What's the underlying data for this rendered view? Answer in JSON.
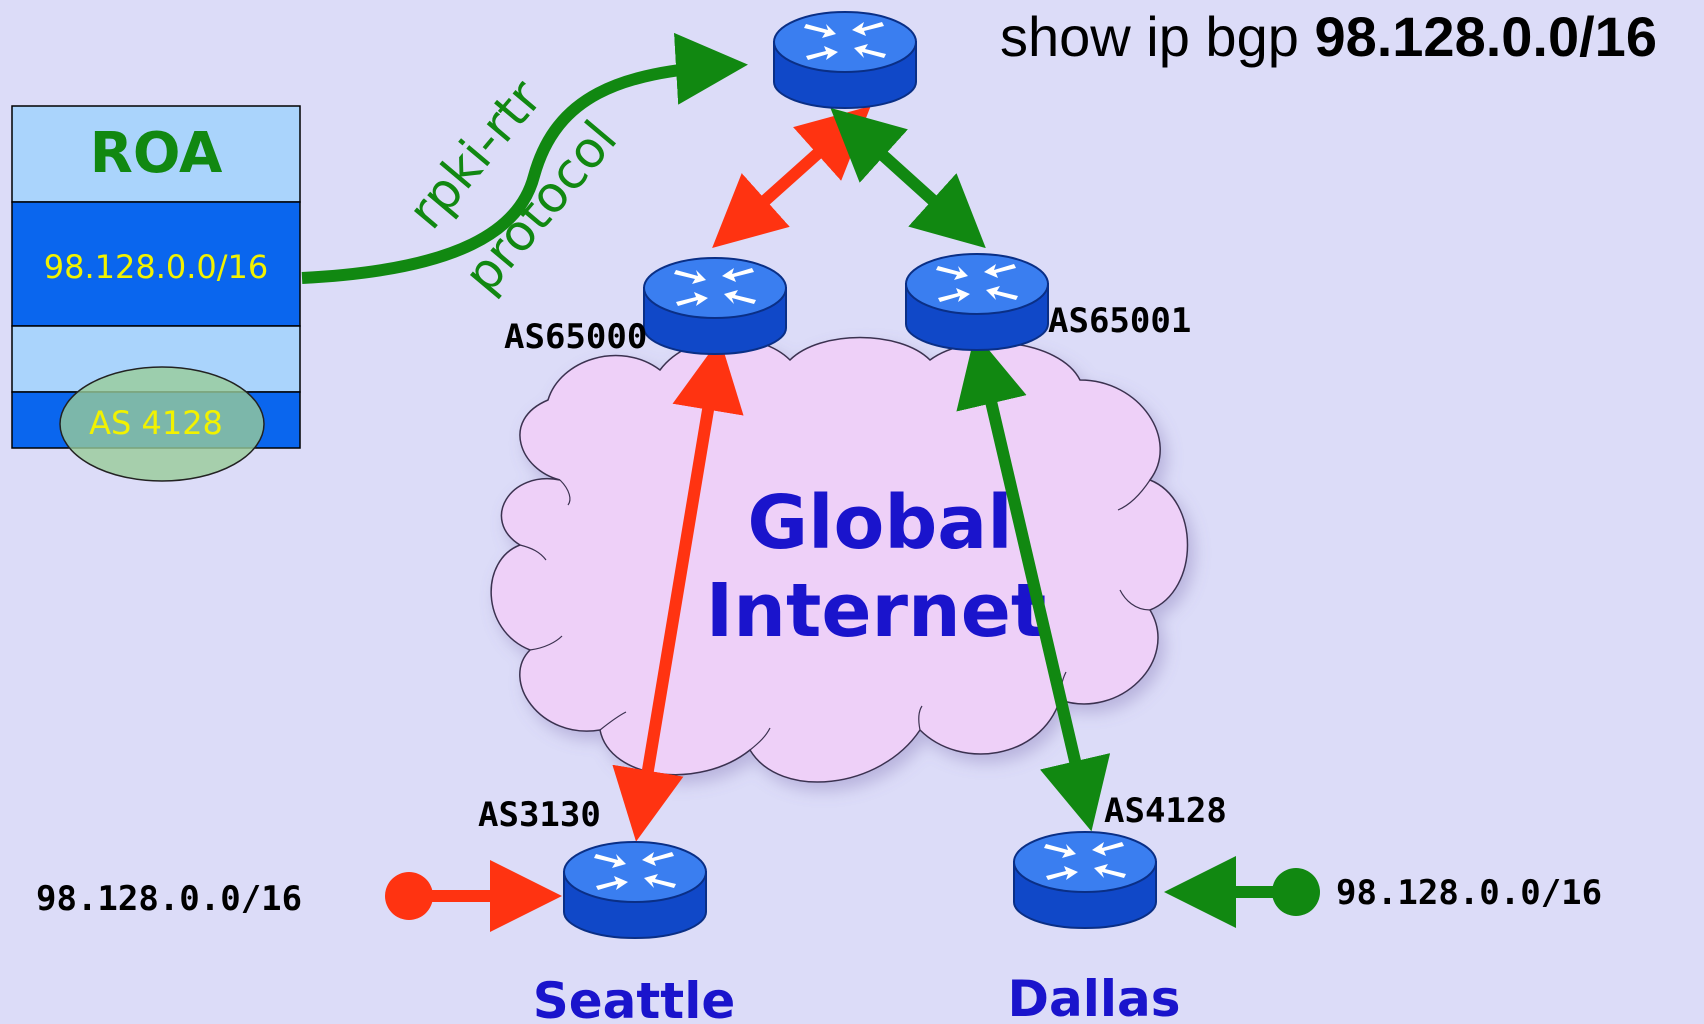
{
  "command": {
    "prefix": "show ip bgp ",
    "prefix_arg": "98.128.0.0/16"
  },
  "roa": {
    "title": "ROA",
    "prefix": "98.128.0.0/16",
    "asn": "AS 4128"
  },
  "rpki_label": {
    "line1": "rpki-rtr",
    "line2": "protocol"
  },
  "cloud": {
    "line1": "Global",
    "line2": "Internet"
  },
  "routers": {
    "upstream_a": {
      "label": "AS65000"
    },
    "upstream_b": {
      "label": "AS65001"
    },
    "seattle": {
      "label": "AS3130",
      "city": "Seattle",
      "announced_prefix": "98.128.0.0/16"
    },
    "dallas": {
      "label": "AS4128",
      "city": "Dallas",
      "announced_prefix": "98.128.0.0/16"
    }
  },
  "colors": {
    "valid": "#118811",
    "invalid": "#ff3311",
    "router_body": "#1155dd",
    "router_top": "#3377ee",
    "cloud_fill": "#eed0f8",
    "roa_light": "#aad4fc",
    "roa_dark": "#0a66ee",
    "roa_text": "#f2f200",
    "label_blue": "#1a14cc"
  }
}
